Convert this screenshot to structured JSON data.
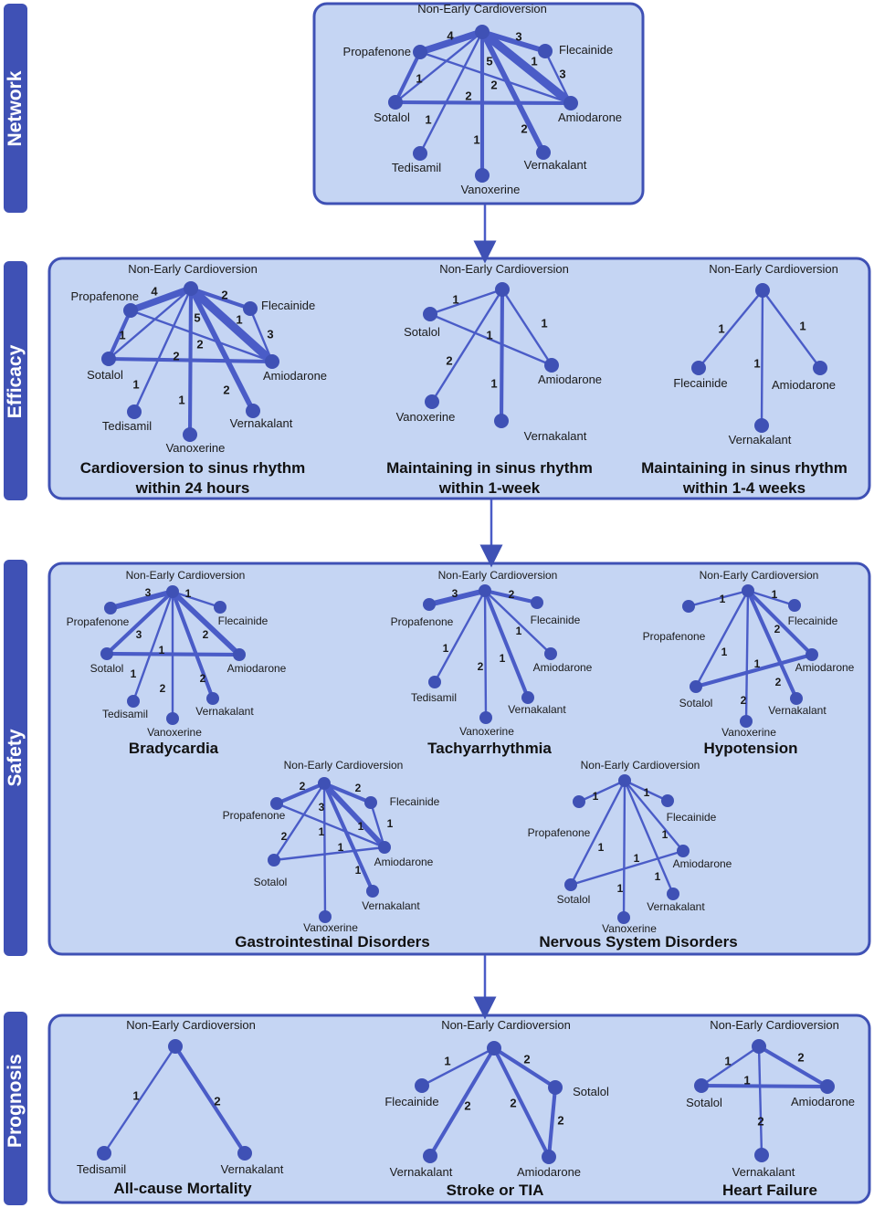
{
  "sections": [
    {
      "id": "network",
      "label": "Network"
    },
    {
      "id": "efficacy",
      "label": "Efficacy"
    },
    {
      "id": "safety",
      "label": "Safety"
    },
    {
      "id": "prognosis",
      "label": "Prognosis"
    }
  ],
  "colors": {
    "panel_fill": "#c5d5f3",
    "panel_stroke": "#3f51b5",
    "edge": "#4a5cc7",
    "node": "#3f51b5",
    "tab": "#3f51b5",
    "text": "#1a1a1a"
  },
  "networks": [
    {
      "id": "overall-network",
      "title": "",
      "root_label": "Non-Early Cardioversion",
      "nodes": [
        {
          "id": "NEC",
          "label": ""
        },
        {
          "id": "PRO",
          "label": "Propafenone"
        },
        {
          "id": "FLE",
          "label": "Flecainide"
        },
        {
          "id": "SOT",
          "label": "Sotalol"
        },
        {
          "id": "AMI",
          "label": "Amiodarone"
        },
        {
          "id": "TED",
          "label": "Tedisamil"
        },
        {
          "id": "VAX",
          "label": "Vanoxerine"
        },
        {
          "id": "VER",
          "label": "Vernakalant"
        }
      ],
      "edges": [
        {
          "from": "NEC",
          "to": "PRO",
          "n": 4
        },
        {
          "from": "NEC",
          "to": "FLE",
          "n": 3
        },
        {
          "from": "NEC",
          "to": "AMI",
          "n": 5
        },
        {
          "from": "NEC",
          "to": "SOT",
          "n": 1
        },
        {
          "from": "NEC",
          "to": "TED",
          "n": 1
        },
        {
          "from": "NEC",
          "to": "VAX",
          "n": 2
        },
        {
          "from": "NEC",
          "to": "VER",
          "n": 3
        },
        {
          "from": "PRO",
          "to": "SOT",
          "n": 2
        },
        {
          "from": "PRO",
          "to": "AMI",
          "n": 1
        },
        {
          "from": "FLE",
          "to": "AMI",
          "n": 1
        },
        {
          "from": "SOT",
          "to": "AMI",
          "n": 2
        }
      ]
    },
    {
      "id": "cardioversion-24h",
      "title": "Cardioversion to sinus rhythm within 24 hours",
      "root_label": "Non-Early Cardioversion",
      "nodes": [
        {
          "id": "NEC",
          "label": ""
        },
        {
          "id": "PRO",
          "label": "Propafenone"
        },
        {
          "id": "FLE",
          "label": "Flecainide"
        },
        {
          "id": "SOT",
          "label": "Sotalol"
        },
        {
          "id": "AMI",
          "label": "Amiodarone"
        },
        {
          "id": "TED",
          "label": "Tedisamil"
        },
        {
          "id": "VAX",
          "label": "Vanoxerine"
        },
        {
          "id": "VER",
          "label": "Vernakalant"
        }
      ],
      "edges": [
        {
          "from": "NEC",
          "to": "PRO",
          "n": 4
        },
        {
          "from": "NEC",
          "to": "FLE",
          "n": 2
        },
        {
          "from": "NEC",
          "to": "AMI",
          "n": 5
        },
        {
          "from": "NEC",
          "to": "SOT",
          "n": 1
        },
        {
          "from": "NEC",
          "to": "TED",
          "n": 1
        },
        {
          "from": "NEC",
          "to": "VAX",
          "n": 2
        },
        {
          "from": "NEC",
          "to": "VER",
          "n": 3
        },
        {
          "from": "PRO",
          "to": "SOT",
          "n": 2
        },
        {
          "from": "PRO",
          "to": "AMI",
          "n": 1
        },
        {
          "from": "FLE",
          "to": "AMI",
          "n": 1
        },
        {
          "from": "SOT",
          "to": "AMI",
          "n": 2
        }
      ]
    },
    {
      "id": "maintain-1week",
      "title": "Maintaining in sinus rhythm within 1-week",
      "root_label": "Non-Early Cardioversion",
      "nodes": [
        {
          "id": "NEC",
          "label": ""
        },
        {
          "id": "SOT",
          "label": "Sotalol"
        },
        {
          "id": "AMI",
          "label": "Amiodarone"
        },
        {
          "id": "VAX",
          "label": "Vanoxerine"
        },
        {
          "id": "VER",
          "label": "Vernakalant"
        }
      ],
      "edges": [
        {
          "from": "NEC",
          "to": "SOT",
          "n": 1
        },
        {
          "from": "NEC",
          "to": "AMI",
          "n": 1
        },
        {
          "from": "NEC",
          "to": "VAX",
          "n": 1
        },
        {
          "from": "NEC",
          "to": "VER",
          "n": 2
        },
        {
          "from": "SOT",
          "to": "AMI",
          "n": 1
        }
      ]
    },
    {
      "id": "maintain-1-4weeks",
      "title": "Maintaining in sinus rhythm within 1-4 weeks",
      "root_label": "Non-Early Cardioversion",
      "nodes": [
        {
          "id": "NEC",
          "label": ""
        },
        {
          "id": "FLE",
          "label": "Flecainide"
        },
        {
          "id": "AMI",
          "label": "Amiodarone"
        },
        {
          "id": "VER",
          "label": "Vernakalant"
        }
      ],
      "edges": [
        {
          "from": "NEC",
          "to": "FLE",
          "n": 1
        },
        {
          "from": "NEC",
          "to": "AMI",
          "n": 1
        },
        {
          "from": "NEC",
          "to": "VER",
          "n": 1
        }
      ]
    },
    {
      "id": "bradycardia",
      "title": "Bradycardia",
      "root_label": "Non-Early Cardioversion",
      "nodes": [
        {
          "id": "NEC",
          "label": ""
        },
        {
          "id": "PRO",
          "label": "Propafenone"
        },
        {
          "id": "FLE",
          "label": "Flecainide"
        },
        {
          "id": "SOT",
          "label": "Sotalol"
        },
        {
          "id": "AMI",
          "label": "Amiodarone"
        },
        {
          "id": "TED",
          "label": "Tedisamil"
        },
        {
          "id": "VAX",
          "label": "Vanoxerine"
        },
        {
          "id": "VER",
          "label": "Vernakalant"
        }
      ],
      "edges": [
        {
          "from": "NEC",
          "to": "PRO",
          "n": 3
        },
        {
          "from": "NEC",
          "to": "FLE",
          "n": 1
        },
        {
          "from": "NEC",
          "to": "AMI",
          "n": 3
        },
        {
          "from": "NEC",
          "to": "SOT",
          "n": 2
        },
        {
          "from": "NEC",
          "to": "TED",
          "n": 1
        },
        {
          "from": "NEC",
          "to": "VAX",
          "n": 1
        },
        {
          "from": "NEC",
          "to": "VER",
          "n": 2
        },
        {
          "from": "SOT",
          "to": "AMI",
          "n": 2
        }
      ]
    },
    {
      "id": "tachyarrhythmia",
      "title": "Tachyarrhythmia",
      "root_label": "Non-Early Cardioversion",
      "nodes": [
        {
          "id": "NEC",
          "label": ""
        },
        {
          "id": "PRO",
          "label": "Propafenone"
        },
        {
          "id": "FLE",
          "label": "Flecainide"
        },
        {
          "id": "AMI",
          "label": "Amiodarone"
        },
        {
          "id": "TED",
          "label": "Tedisamil"
        },
        {
          "id": "VAX",
          "label": "Vanoxerine"
        },
        {
          "id": "VER",
          "label": "Vernakalant"
        }
      ],
      "edges": [
        {
          "from": "NEC",
          "to": "PRO",
          "n": 3
        },
        {
          "from": "NEC",
          "to": "FLE",
          "n": 2
        },
        {
          "from": "NEC",
          "to": "AMI",
          "n": 1
        },
        {
          "from": "NEC",
          "to": "TED",
          "n": 1
        },
        {
          "from": "NEC",
          "to": "VAX",
          "n": 1
        },
        {
          "from": "NEC",
          "to": "VER",
          "n": 2
        }
      ]
    },
    {
      "id": "hypotension",
      "title": "Hypotension",
      "root_label": "Non-Early Cardioversion",
      "nodes": [
        {
          "id": "NEC",
          "label": ""
        },
        {
          "id": "PRO",
          "label": "Propafenone"
        },
        {
          "id": "FLE",
          "label": "Flecainide"
        },
        {
          "id": "SOT",
          "label": "Sotalol"
        },
        {
          "id": "AMI",
          "label": "Amiodarone"
        },
        {
          "id": "VAX",
          "label": "Vanoxerine"
        },
        {
          "id": "VER",
          "label": "Vernakalant"
        }
      ],
      "edges": [
        {
          "from": "NEC",
          "to": "PRO",
          "n": 1
        },
        {
          "from": "NEC",
          "to": "FLE",
          "n": 1
        },
        {
          "from": "NEC",
          "to": "AMI",
          "n": 2
        },
        {
          "from": "NEC",
          "to": "SOT",
          "n": 1
        },
        {
          "from": "NEC",
          "to": "VAX",
          "n": 1
        },
        {
          "from": "NEC",
          "to": "VER",
          "n": 2
        },
        {
          "from": "SOT",
          "to": "AMI",
          "n": 2
        }
      ]
    },
    {
      "id": "gastrointestinal",
      "title": "Gastrointestinal Disorders",
      "root_label": "Non-Early Cardioversion",
      "nodes": [
        {
          "id": "NEC",
          "label": ""
        },
        {
          "id": "PRO",
          "label": "Propafenone"
        },
        {
          "id": "FLE",
          "label": "Flecainide"
        },
        {
          "id": "SOT",
          "label": "Sotalol"
        },
        {
          "id": "AMI",
          "label": "Amiodarone"
        },
        {
          "id": "VAX",
          "label": "Vanoxerine"
        },
        {
          "id": "VER",
          "label": "Vernakalant"
        }
      ],
      "edges": [
        {
          "from": "NEC",
          "to": "PRO",
          "n": 2
        },
        {
          "from": "NEC",
          "to": "FLE",
          "n": 2
        },
        {
          "from": "NEC",
          "to": "AMI",
          "n": 3
        },
        {
          "from": "NEC",
          "to": "SOT",
          "n": 1
        },
        {
          "from": "NEC",
          "to": "VAX",
          "n": 1
        },
        {
          "from": "NEC",
          "to": "VER",
          "n": 2
        },
        {
          "from": "PRO",
          "to": "AMI",
          "n": 1
        },
        {
          "from": "FLE",
          "to": "AMI",
          "n": 1
        },
        {
          "from": "SOT",
          "to": "AMI",
          "n": 1
        }
      ]
    },
    {
      "id": "nervous-system",
      "title": "Nervous System Disorders",
      "root_label": "Non-Early Cardioversion",
      "nodes": [
        {
          "id": "NEC",
          "label": ""
        },
        {
          "id": "PRO",
          "label": "Propafenone"
        },
        {
          "id": "FLE",
          "label": "Flecainide"
        },
        {
          "id": "SOT",
          "label": "Sotalol"
        },
        {
          "id": "AMI",
          "label": "Amiodarone"
        },
        {
          "id": "VAX",
          "label": "Vanoxerine"
        },
        {
          "id": "VER",
          "label": "Vernakalant"
        }
      ],
      "edges": [
        {
          "from": "NEC",
          "to": "PRO",
          "n": 1
        },
        {
          "from": "NEC",
          "to": "FLE",
          "n": 1
        },
        {
          "from": "NEC",
          "to": "AMI",
          "n": 1
        },
        {
          "from": "NEC",
          "to": "SOT",
          "n": 1
        },
        {
          "from": "NEC",
          "to": "VAX",
          "n": 1
        },
        {
          "from": "NEC",
          "to": "VER",
          "n": 1
        },
        {
          "from": "SOT",
          "to": "AMI",
          "n": 1
        }
      ]
    },
    {
      "id": "all-cause-mortality",
      "title": "All-cause Mortality",
      "root_label": "Non-Early Cardioversion",
      "nodes": [
        {
          "id": "NEC",
          "label": ""
        },
        {
          "id": "TED",
          "label": "Tedisamil"
        },
        {
          "id": "VER",
          "label": "Vernakalant"
        }
      ],
      "edges": [
        {
          "from": "NEC",
          "to": "TED",
          "n": 1
        },
        {
          "from": "NEC",
          "to": "VER",
          "n": 2
        }
      ]
    },
    {
      "id": "stroke-tia",
      "title": "Stroke or TIA",
      "root_label": "Non-Early Cardioversion",
      "nodes": [
        {
          "id": "NEC",
          "label": ""
        },
        {
          "id": "FLE",
          "label": "Flecainide"
        },
        {
          "id": "SOT",
          "label": "Sotalol"
        },
        {
          "id": "VER",
          "label": "Vernakalant"
        },
        {
          "id": "AMI",
          "label": "Amiodarone"
        }
      ],
      "edges": [
        {
          "from": "NEC",
          "to": "FLE",
          "n": 1
        },
        {
          "from": "NEC",
          "to": "SOT",
          "n": 2
        },
        {
          "from": "NEC",
          "to": "VER",
          "n": 2
        },
        {
          "from": "NEC",
          "to": "AMI",
          "n": 2
        },
        {
          "from": "SOT",
          "to": "AMI",
          "n": 2
        }
      ]
    },
    {
      "id": "heart-failure",
      "title": "Heart Failure",
      "root_label": "Non-Early Cardioversion",
      "nodes": [
        {
          "id": "NEC",
          "label": ""
        },
        {
          "id": "SOT",
          "label": "Sotalol"
        },
        {
          "id": "AMI",
          "label": "Amiodarone"
        },
        {
          "id": "VER",
          "label": "Vernakalant"
        }
      ],
      "edges": [
        {
          "from": "NEC",
          "to": "SOT",
          "n": 1
        },
        {
          "from": "NEC",
          "to": "AMI",
          "n": 2
        },
        {
          "from": "NEC",
          "to": "VER",
          "n": 1
        },
        {
          "from": "SOT",
          "to": "AMI",
          "n": 2
        }
      ]
    }
  ]
}
